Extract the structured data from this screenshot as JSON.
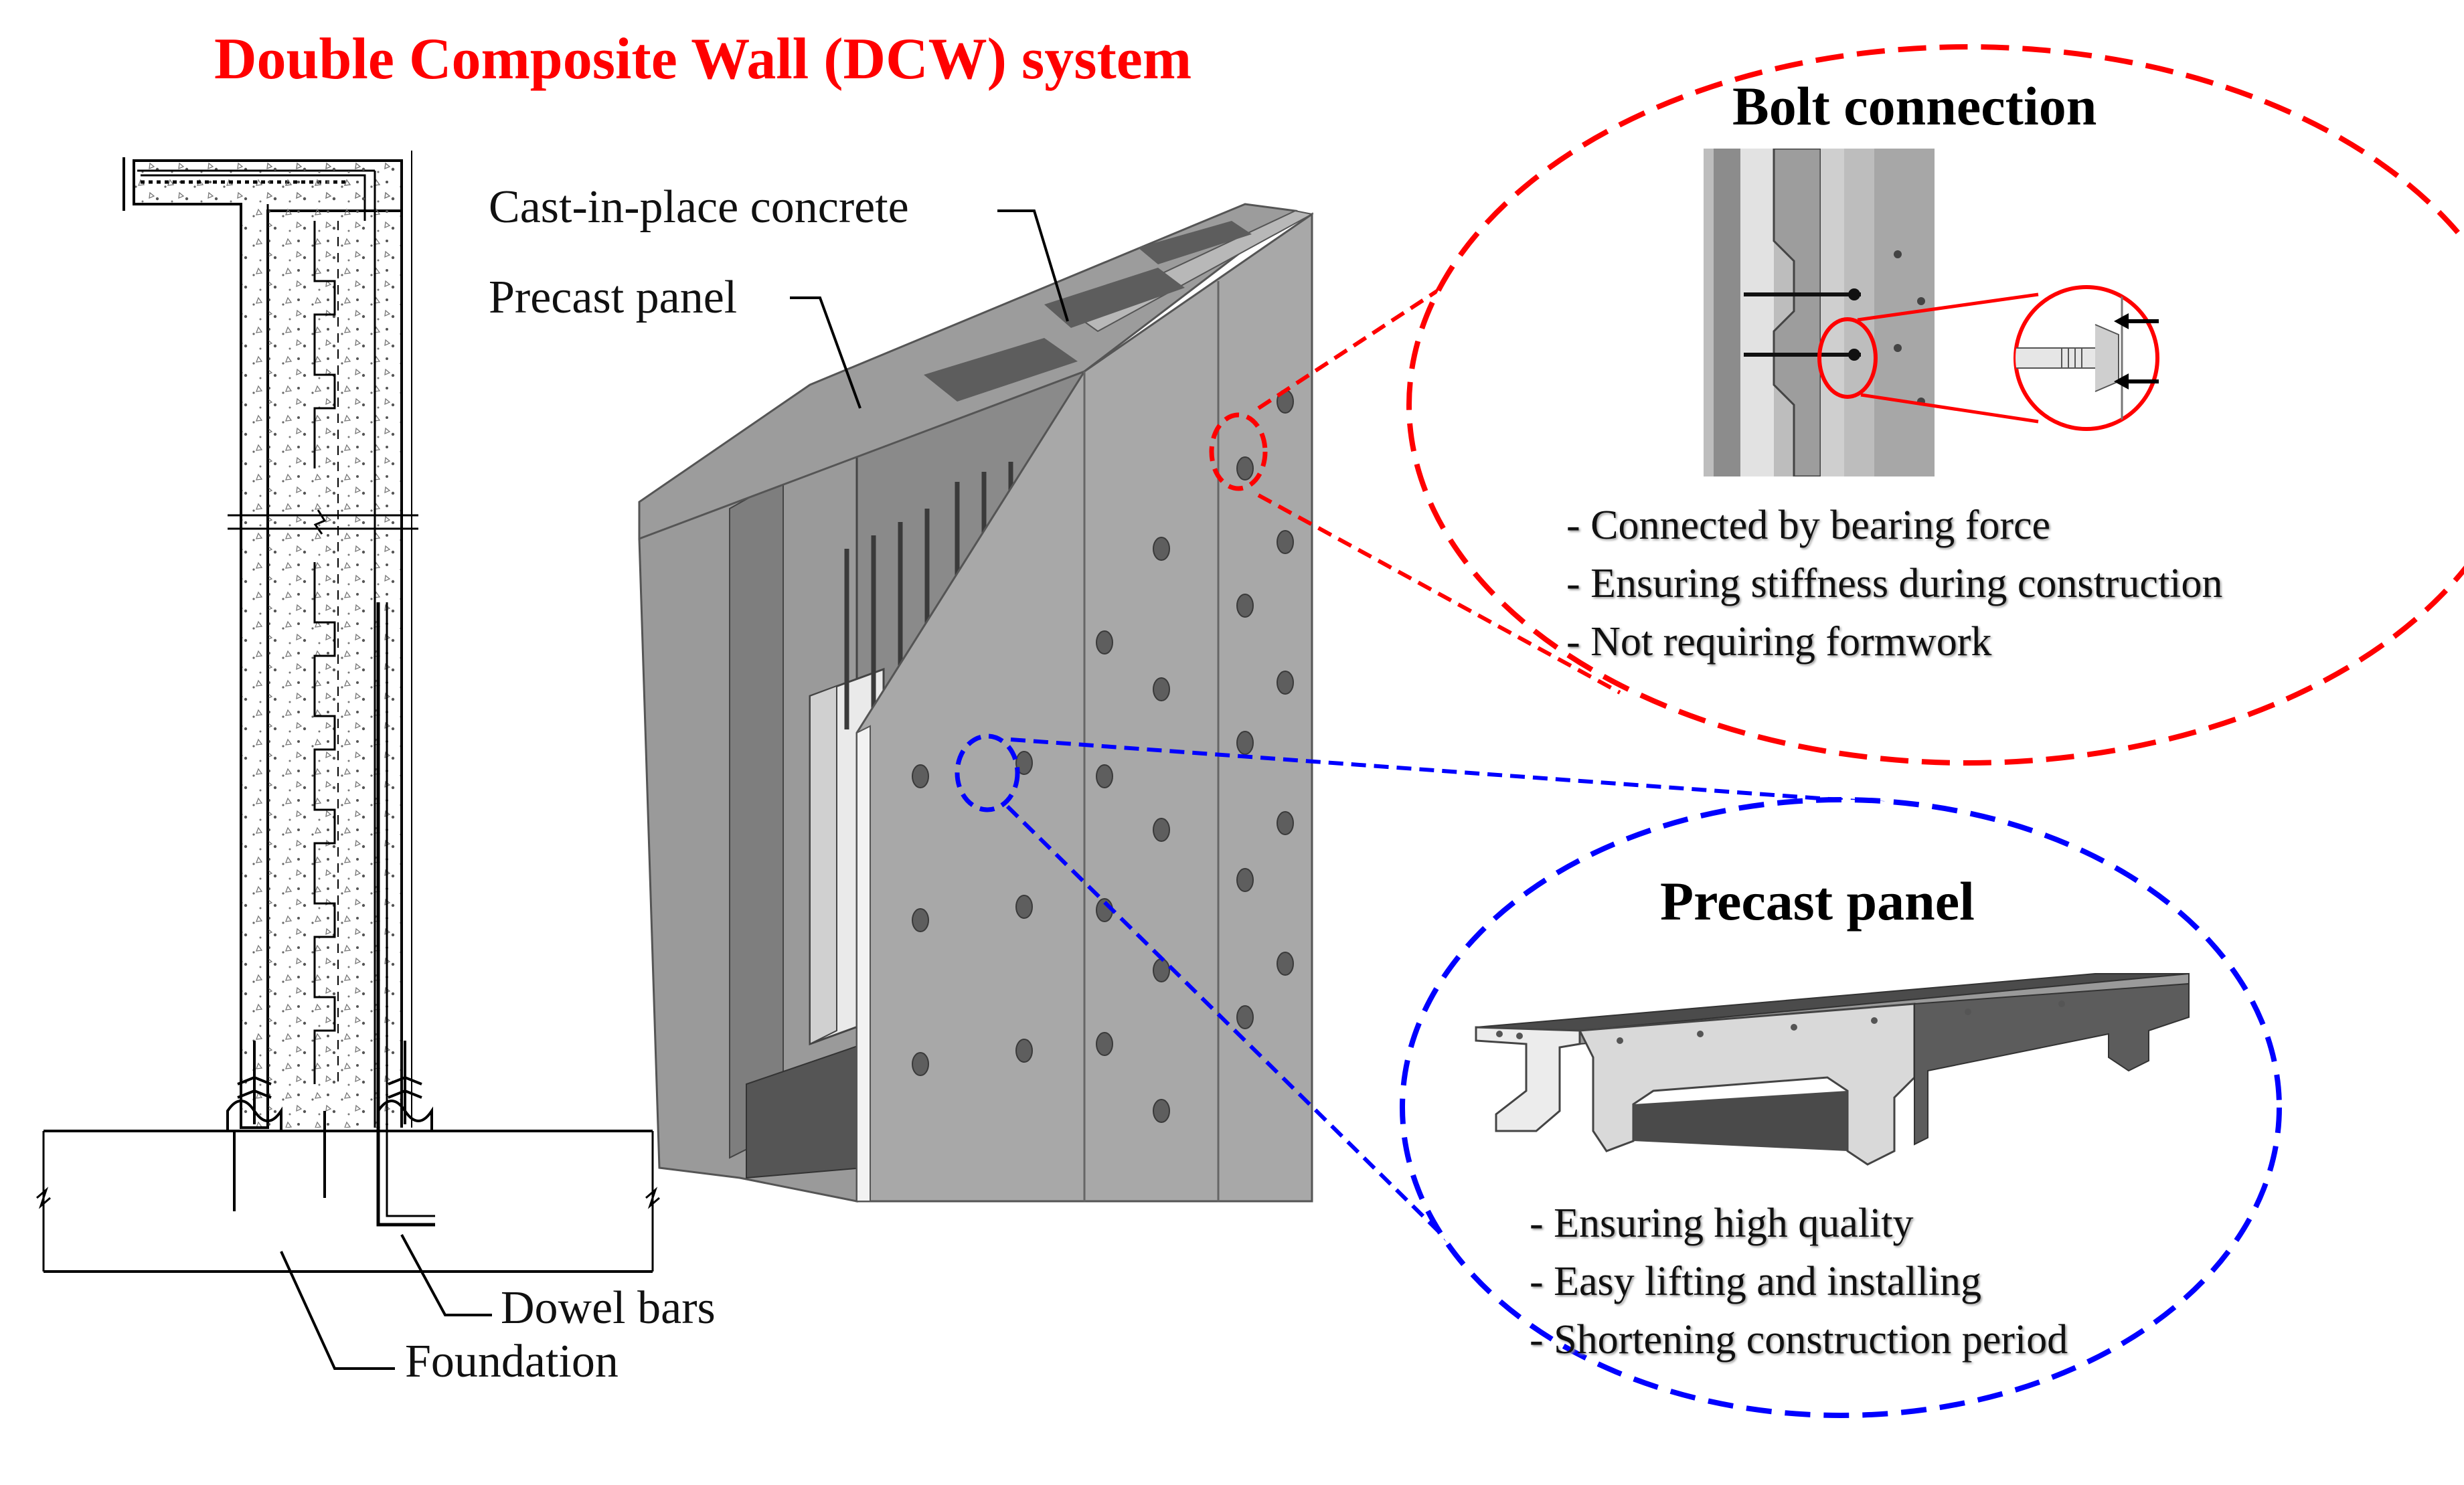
{
  "title": "Double Composite Wall (DCW) system",
  "labels": {
    "cast_in_place": "Cast-in-place concrete",
    "precast_panel": "Precast panel",
    "dowel_bars": "Dowel bars",
    "foundation": "Foundation"
  },
  "bolt_connection": {
    "title": "Bolt connection",
    "bullets": [
      "- Connected by bearing force",
      "- Ensuring stiffness during construction",
      "- Not requiring formwork"
    ]
  },
  "precast_detail": {
    "title": "Precast panel",
    "bullets": [
      "- Ensuring high quality",
      "- Easy lifting and installing",
      "- Shortening construction period"
    ]
  },
  "colors": {
    "title": "#ff0000",
    "bolt_callout": "#ff0000",
    "panel_callout": "#0000ff",
    "concrete_light": "#c8c8c8",
    "concrete_dark": "#707070"
  }
}
